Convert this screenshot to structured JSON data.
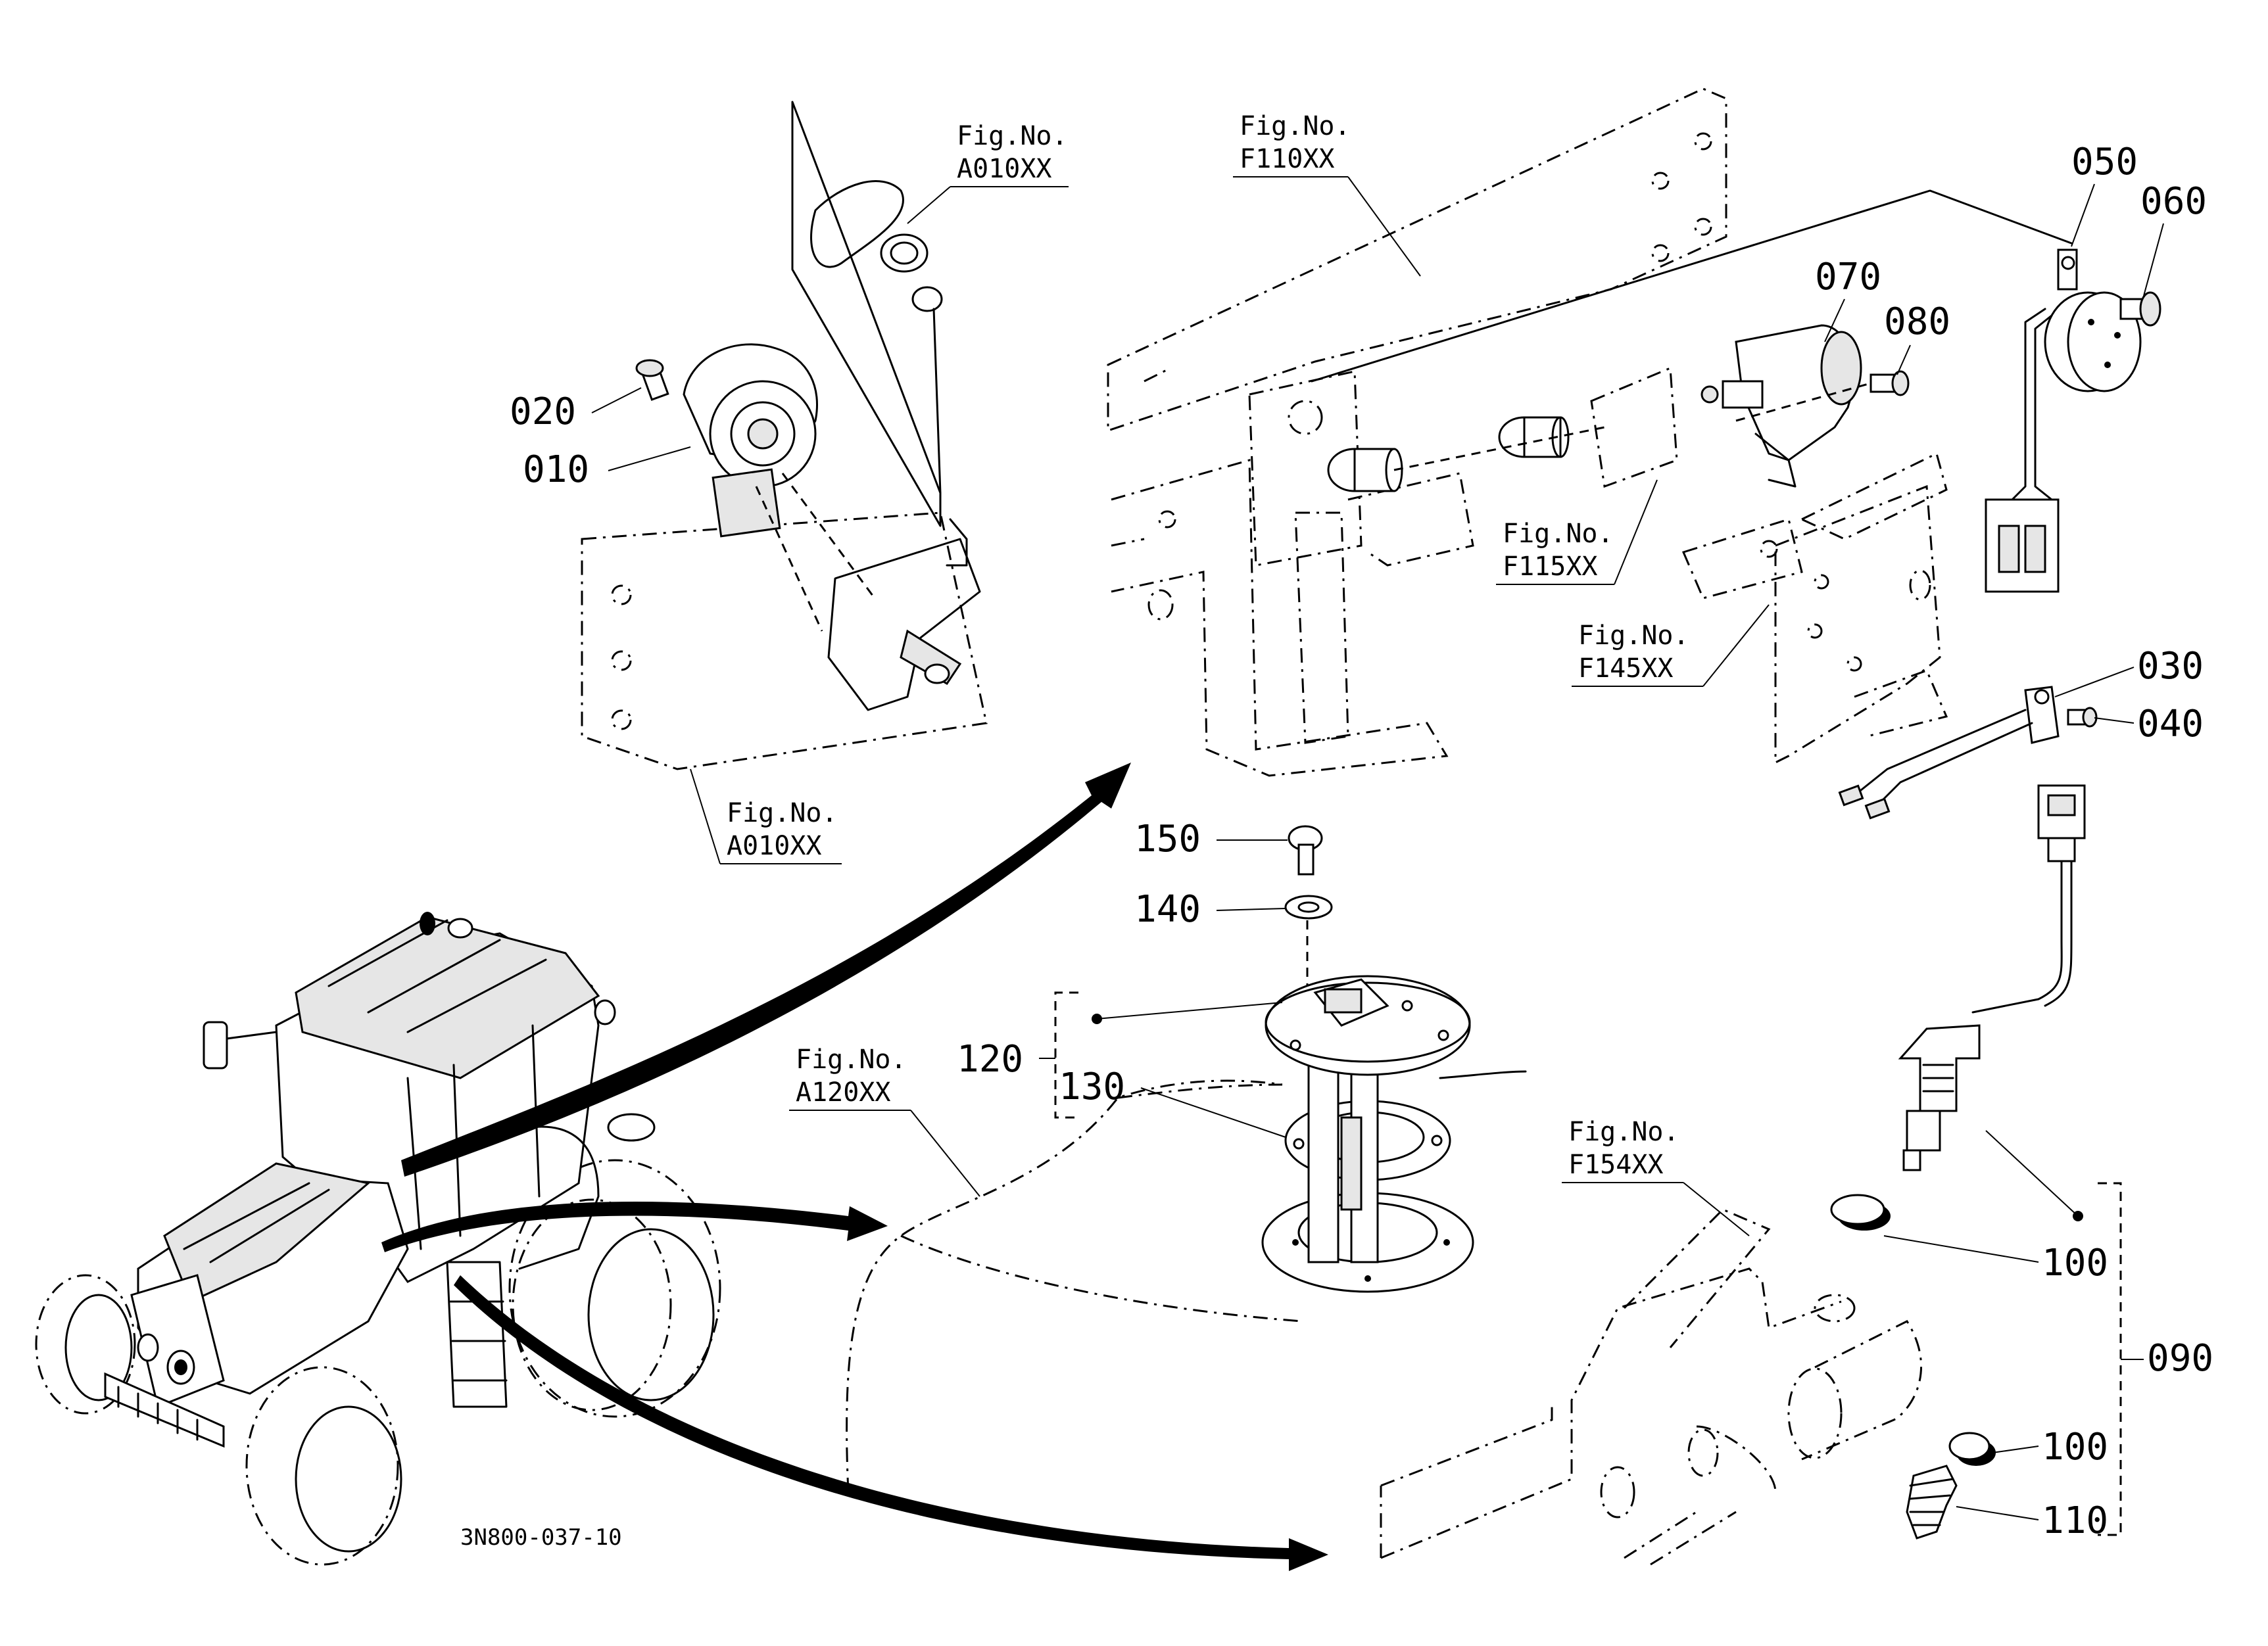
{
  "diagram_id": "3N800-037-10",
  "fig_refs": {
    "a010_top": {
      "line1": "Fig.No.",
      "line2": "A010XX"
    },
    "a010_bottom": {
      "line1": "Fig.No.",
      "line2": "A010XX"
    },
    "f110": {
      "line1": "Fig.No.",
      "line2": "F110XX"
    },
    "f115": {
      "line1": "Fig.No.",
      "line2": "F115XX"
    },
    "f145": {
      "line1": "Fig.No.",
      "line2": "F145XX"
    },
    "a120": {
      "line1": "Fig.No.",
      "line2": "A120XX"
    },
    "f154": {
      "line1": "Fig.No.",
      "line2": "F154XX"
    }
  },
  "callouts": {
    "p010": "010",
    "p020": "020",
    "p030": "030",
    "p040": "040",
    "p050": "050",
    "p060": "060",
    "p070": "070",
    "p080": "080",
    "p090": "090",
    "p100a": "100",
    "p100b": "100",
    "p110": "110",
    "p120": "120",
    "p130": "130",
    "p140": "140",
    "p150": "150"
  }
}
